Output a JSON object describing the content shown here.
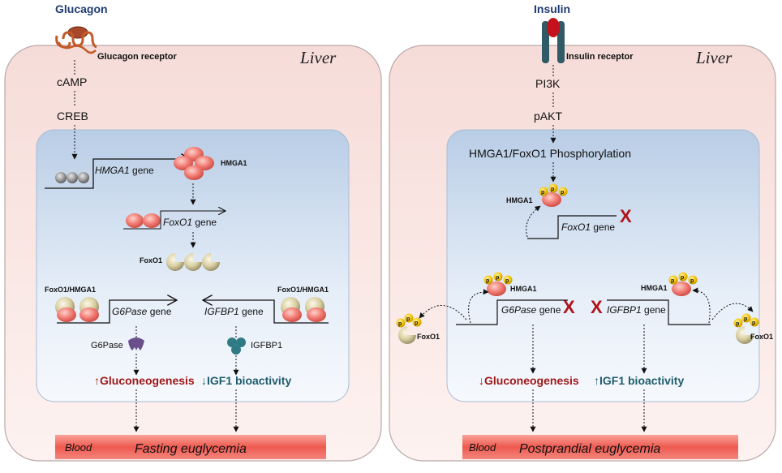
{
  "left": {
    "hormone": "Glucagon",
    "receptor": "Glucagon receptor",
    "organ": "Liver",
    "cascade": [
      "cAMP",
      "CREB"
    ],
    "hmga1_gene": {
      "italic": "HMGA1",
      "rest": " gene"
    },
    "hmga1_protein": "HMGA1",
    "foxo1_gene": {
      "italic": "FoxO1",
      "rest": " gene"
    },
    "foxo1_protein": "FoxO1",
    "complex_left": "FoxO1/HMGA1",
    "complex_right": "FoxO1/HMGA1",
    "g6pase_gene": {
      "italic": "G6Pase",
      "rest": " gene"
    },
    "igfbp1_gene": {
      "italic": "IGFBP1",
      "rest": " gene"
    },
    "g6pase_protein": "G6Pase",
    "igfbp1_protein": "IGFBP1",
    "outcome_left": {
      "arrow": "↑",
      "text": "Gluconeogenesis"
    },
    "outcome_right": {
      "arrow": "↓",
      "text": "IGF1 bioactivity"
    },
    "blood": "Blood",
    "result": "Fasting euglycemia"
  },
  "right": {
    "hormone": "Insulin",
    "receptor": "Insulin receptor",
    "organ": "Liver",
    "cascade": [
      "PI3K",
      "pAKT"
    ],
    "phosphorylation": "HMGA1/FoxO1 Phosphorylation",
    "hmga1_top": "HMGA1",
    "foxo1_gene": {
      "italic": "FoxO1",
      "rest": " gene"
    },
    "hmga1_left": "HMGA1",
    "hmga1_right": "HMGA1",
    "foxo1_left": "FoxO1",
    "foxo1_right": "FoxO1",
    "phospho_mark": "p",
    "block_mark": "X",
    "g6pase_gene": {
      "italic": "G6Pase",
      "rest": " gene"
    },
    "igfbp1_gene": {
      "italic": "IGFBP1",
      "rest": " gene"
    },
    "outcome_left": {
      "arrow": "↓",
      "text": "Gluconeogenesis"
    },
    "outcome_right": {
      "arrow": "↑",
      "text": "IGF1 bioactivity"
    },
    "blood": "Blood",
    "result": "Postprandial euglycemia"
  },
  "colors": {
    "hormone_text": "#1f3b73",
    "up_red": "#a01818",
    "down_teal": "#1f5c6b",
    "block_red": "#b0141a",
    "hmga1": "#f07a72",
    "phospho": "#f2c200"
  }
}
